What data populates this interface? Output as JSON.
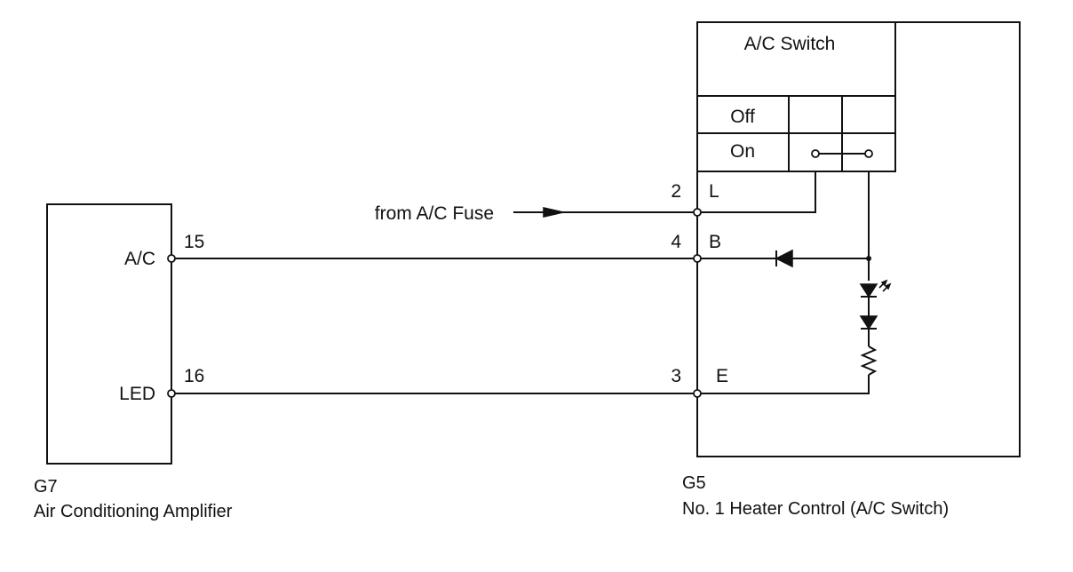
{
  "amplifier": {
    "code": "G7",
    "name": "Air Conditioning Amplifier",
    "pins": [
      {
        "signal": "A/C",
        "pin": "15"
      },
      {
        "signal": "LED",
        "pin": "16"
      }
    ]
  },
  "heater_control": {
    "code": "G5",
    "name": "No. 1 Heater Control (A/C Switch)",
    "switch_title": "A/C Switch",
    "switch_rows": [
      "Off",
      "On"
    ],
    "terminals": [
      {
        "pin": "2",
        "name": "L"
      },
      {
        "pin": "4",
        "name": "B"
      },
      {
        "pin": "3",
        "name": "E"
      }
    ]
  },
  "fuse_label": "from A/C Fuse"
}
